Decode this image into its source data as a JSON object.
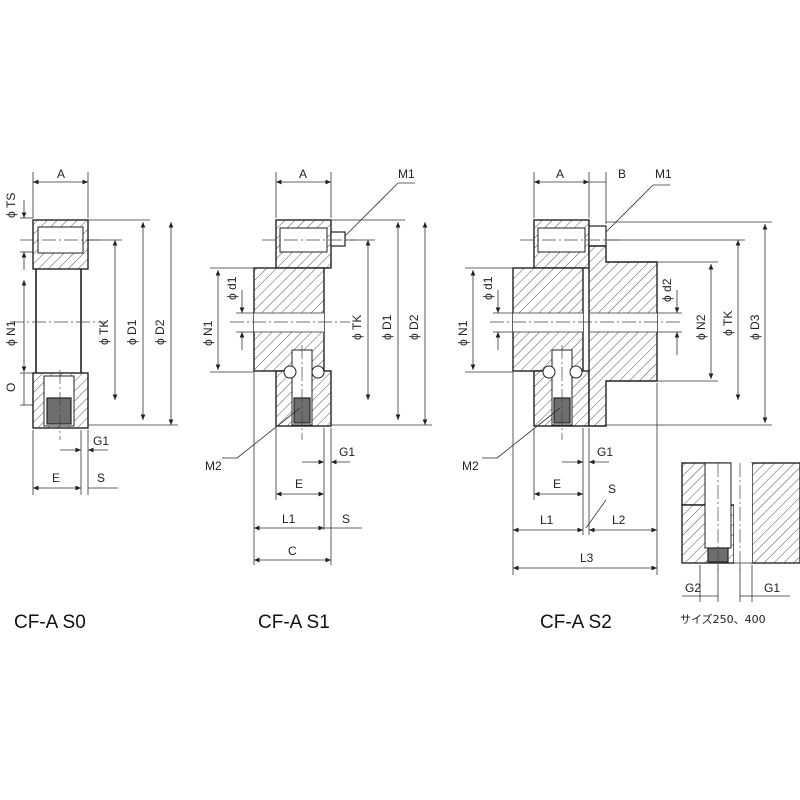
{
  "views": {
    "s0": {
      "title": "CF-A S0",
      "labels": {
        "a": "A",
        "ts": "ϕ TS",
        "n1": "ϕ N1",
        "tk": "ϕ TK",
        "d1": "ϕ D1",
        "d2": "ϕ D2",
        "o": "O",
        "g1": "G1",
        "e": "E",
        "s": "S"
      }
    },
    "s1": {
      "title": "CF-A S1",
      "labels": {
        "a": "A",
        "m1": "M1",
        "d1_small": "ϕ d1",
        "n1": "ϕ N1",
        "tk": "ϕ TK",
        "d1": "ϕ D1",
        "d2": "ϕ D2",
        "m2": "M2",
        "g1": "G1",
        "e": "E",
        "l1": "L1",
        "s": "S",
        "c": "C"
      }
    },
    "s2": {
      "title": "CF-A S2",
      "labels": {
        "a": "A",
        "b": "B",
        "m1": "M1",
        "d1_small": "ϕ d1",
        "d2_small": "ϕ d2",
        "n1": "ϕ N1",
        "n2": "ϕ N2",
        "tk": "ϕ TK",
        "d3": "ϕ D3",
        "m2": "M2",
        "g1": "G1",
        "e": "E",
        "s": "S",
        "l1": "L1",
        "l2": "L2",
        "l3": "L3"
      }
    },
    "detail": {
      "labels": {
        "g2": "G2",
        "g1": "G1"
      },
      "note": "サイズ250、400"
    }
  }
}
